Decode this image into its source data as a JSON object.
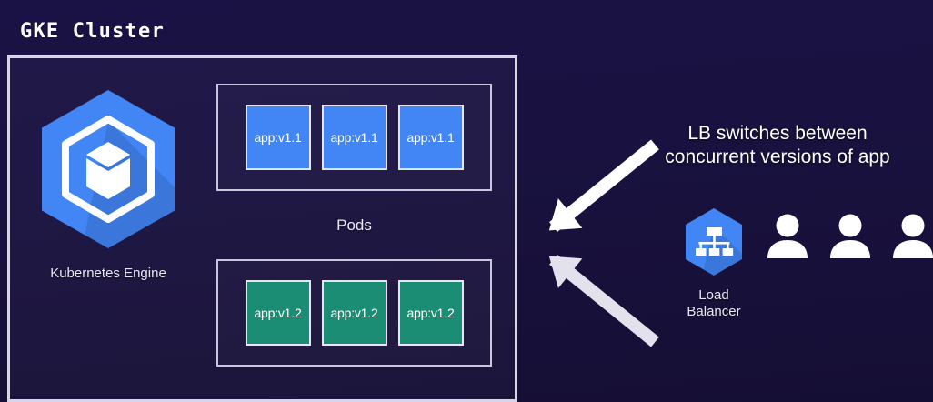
{
  "diagram": {
    "title": "GKE Cluster",
    "background_color": "#17103d",
    "border_color": "#d8d5e8"
  },
  "cluster": {
    "engine": {
      "icon": "kubernetes-engine-hexagon-icon",
      "label": "Kubernetes Engine",
      "hex_color": "#4285f4"
    },
    "pods_label": "Pods",
    "pod_groups": [
      {
        "version": "v1.1",
        "color": "#4285f4",
        "pods": [
          "app:v1.1",
          "app:v1.1",
          "app:v1.1"
        ]
      },
      {
        "version": "v1.2",
        "color": "#1b8d74",
        "pods": [
          "app:v1.2",
          "app:v1.2",
          "app:v1.2"
        ]
      }
    ]
  },
  "annotation": {
    "line1": "LB switches between",
    "line2": "concurrent versions of app"
  },
  "load_balancer": {
    "icon": "load-balancer-hierarchy-icon",
    "label_line1": "Load",
    "label_line2": "Balancer",
    "hex_color": "#4285f4"
  },
  "users": {
    "icon": "user-person-icon",
    "count": 3,
    "color": "#ffffff"
  },
  "arrows": [
    {
      "name": "arrow-to-v11-pods",
      "direction": "up-left",
      "color": "#ffffff"
    },
    {
      "name": "arrow-to-v12-pods",
      "direction": "down-left",
      "color": "#e3e1ec"
    }
  ]
}
